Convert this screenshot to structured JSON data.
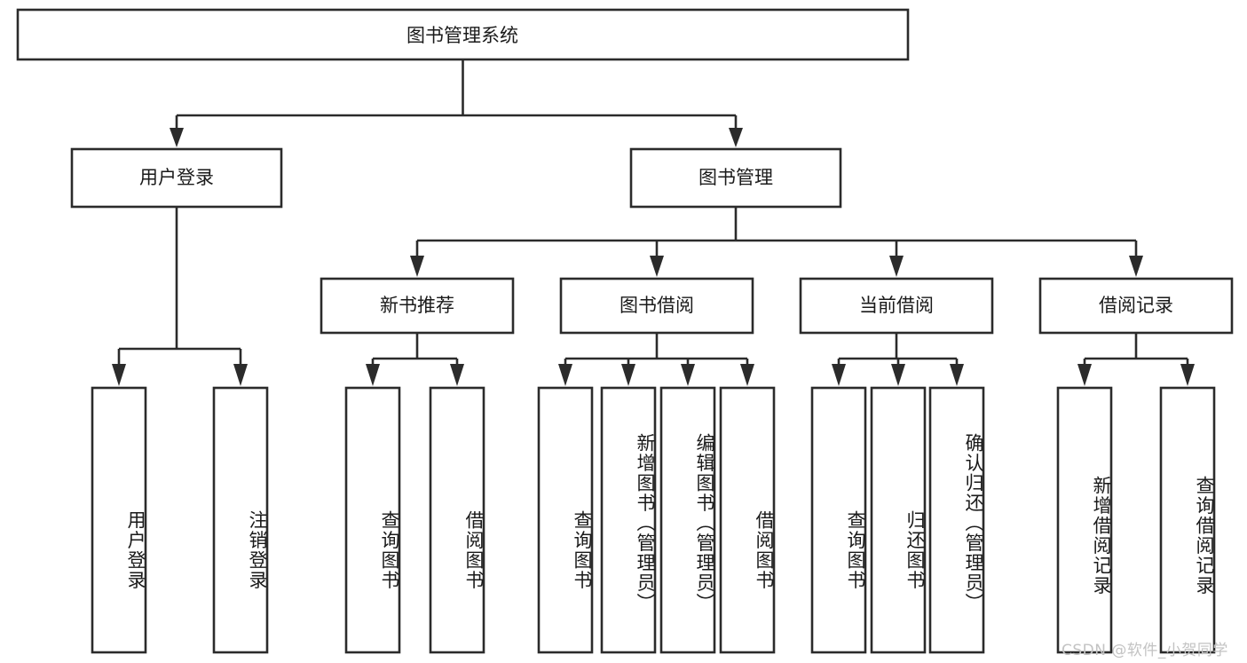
{
  "diagram": {
    "title": "图书管理系统",
    "type": "tree",
    "watermark": "CSDN @软件_小贺同学",
    "colors": {
      "box_stroke": "#2b2b2b",
      "box_fill": "#ffffff",
      "text": "#1a1a1a",
      "watermark": "#c3c3c3",
      "background": "#ffffff"
    },
    "levels": {
      "root": {
        "label": "图书管理系统",
        "orientation": "horizontal"
      },
      "level2": [
        {
          "label": "用户登录",
          "orientation": "horizontal"
        },
        {
          "label": "图书管理",
          "orientation": "horizontal"
        }
      ],
      "level3": [
        {
          "label": "新书推荐",
          "orientation": "horizontal",
          "parent": "图书管理"
        },
        {
          "label": "图书借阅",
          "orientation": "horizontal",
          "parent": "图书管理"
        },
        {
          "label": "当前借阅",
          "orientation": "horizontal",
          "parent": "图书管理"
        },
        {
          "label": "借阅记录",
          "orientation": "horizontal",
          "parent": "图书管理"
        }
      ],
      "leaves": [
        {
          "label": "用户登录",
          "orientation": "vertical",
          "parent": "用户登录"
        },
        {
          "label": "注销登录",
          "orientation": "vertical",
          "parent": "用户登录"
        },
        {
          "label": "查询图书",
          "orientation": "vertical",
          "parent": "新书推荐"
        },
        {
          "label": "借阅图书",
          "orientation": "vertical",
          "parent": "新书推荐"
        },
        {
          "label": "查询图书",
          "orientation": "vertical",
          "parent": "图书借阅"
        },
        {
          "label": "新增图书（管理员）",
          "orientation": "vertical",
          "parent": "图书借阅"
        },
        {
          "label": "编辑图书（管理员）",
          "orientation": "vertical",
          "parent": "图书借阅"
        },
        {
          "label": "借阅图书",
          "orientation": "vertical",
          "parent": "图书借阅"
        },
        {
          "label": "查询图书",
          "orientation": "vertical",
          "parent": "当前借阅"
        },
        {
          "label": "归还图书",
          "orientation": "vertical",
          "parent": "当前借阅"
        },
        {
          "label": "确认归还（管理员）",
          "orientation": "vertical",
          "parent": "当前借阅"
        },
        {
          "label": "新增借阅记录",
          "orientation": "vertical",
          "parent": "借阅记录"
        },
        {
          "label": "查询借阅记录",
          "orientation": "vertical",
          "parent": "借阅记录"
        }
      ]
    }
  }
}
